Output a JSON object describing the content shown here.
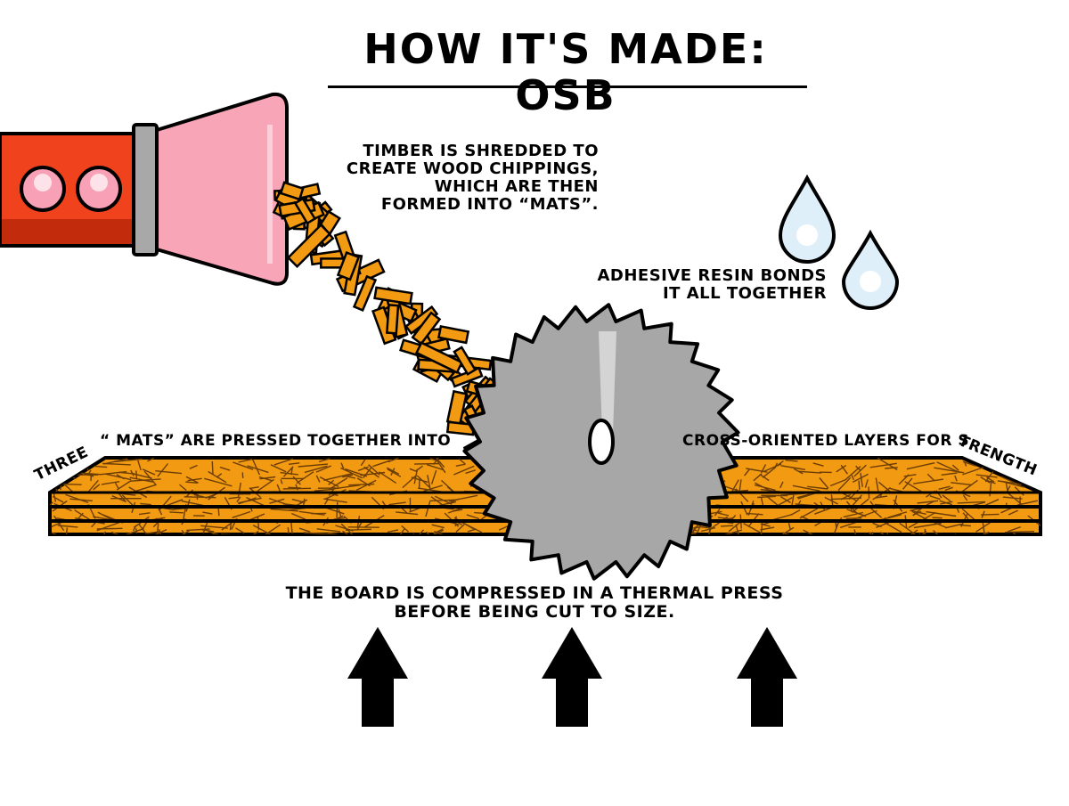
{
  "title": "HOW IT'S MADE: OSB",
  "notes": {
    "shredding": [
      "TIMBER IS SHREDDED TO",
      "CREATE WOOD CHIPPINGS,",
      "WHICH ARE THEN",
      "FORMED INTO “MATS”."
    ],
    "resin": [
      "ADHESIVE RESIN BONDS",
      "IT ALL TOGETHER"
    ],
    "press": [
      "THE BOARD IS COMPRESSED IN A THERMAL PRESS",
      "BEFORE BEING CUT TO SIZE."
    ]
  },
  "board_caption": {
    "word_three": "THREE",
    "left_text": "“ MATS” ARE PRESSED TOGETHER INTO",
    "right_text": "CROSS-ORIENTED LAYERS FOR S",
    "word_strength": "TRENGTH"
  },
  "colors": {
    "shredder_body": "#f0421c",
    "shredder_dark": "#c22c0c",
    "shredder_cone": "#f9a5b8",
    "knob": "#f7a0b6",
    "collar": "#a8a8a8",
    "wood": "#f29a12",
    "saw": "#a7a7a7",
    "saw_shine": "#d4d4d4",
    "water": "#deeff9",
    "outline": "#000000"
  },
  "icons": [
    "shredder-icon",
    "wood-chip-icon",
    "water-drop-icon",
    "saw-blade-icon",
    "osb-board-icon",
    "up-arrow-icon"
  ]
}
